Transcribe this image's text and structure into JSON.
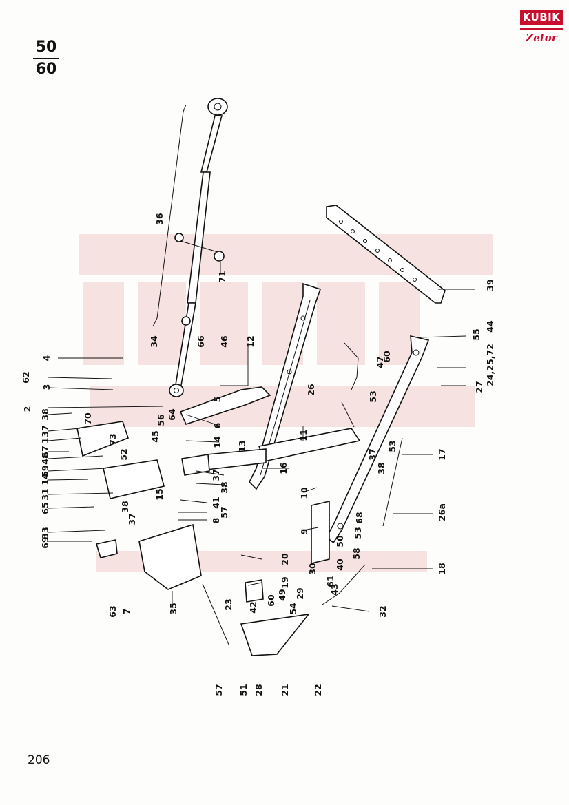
{
  "page": {
    "ratio_top": "50",
    "ratio_bottom": "60",
    "page_number": "206"
  },
  "logo": {
    "brand": "KUBIK",
    "sub": "Zetor",
    "colors": {
      "accent": "#c8102e"
    }
  },
  "labels": [
    "36",
    "71",
    "39",
    "4",
    "34",
    "66",
    "46",
    "12",
    "62",
    "3",
    "5",
    "55",
    "44",
    "2",
    "64",
    "60",
    "38",
    "70",
    "47",
    "24,25,72",
    "37",
    "73",
    "6",
    "26",
    "1",
    "56",
    "53",
    "27",
    "67",
    "45",
    "14",
    "13",
    "11",
    "48",
    "52",
    "53",
    "17",
    "59",
    "37",
    "16",
    "14",
    "37",
    "38",
    "38",
    "31",
    "15",
    "10",
    "41",
    "65",
    "57",
    "8",
    "37",
    "26a",
    "38",
    "9",
    "68",
    "53",
    "33",
    "50",
    "58",
    "69",
    "20",
    "40",
    "18",
    "30",
    "19",
    "61",
    "29",
    "43",
    "49",
    "54",
    "60",
    "42",
    "23",
    "32",
    "63",
    "7",
    "35",
    "57",
    "51",
    "28",
    "21",
    "22"
  ]
}
